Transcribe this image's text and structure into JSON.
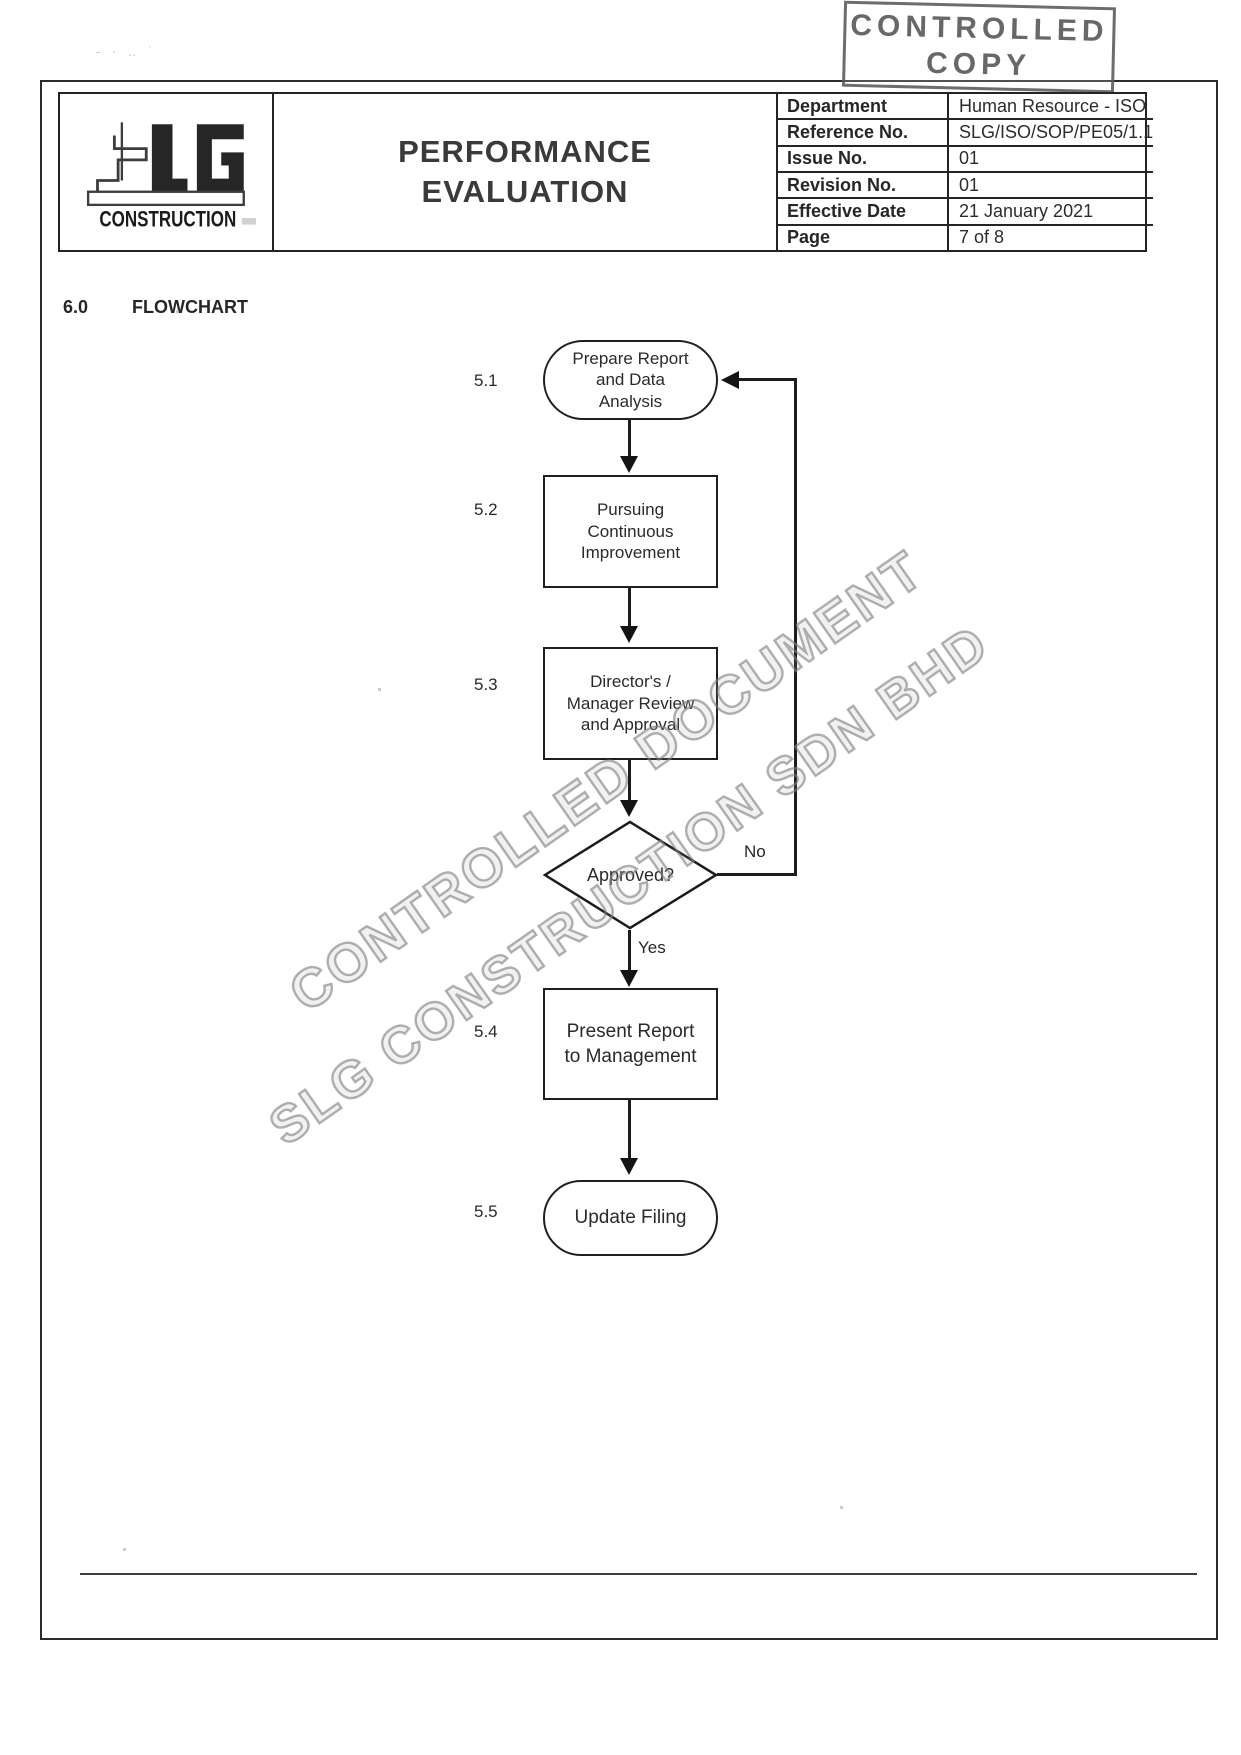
{
  "stamp": {
    "lines": [
      "CONTROLLED",
      "COPY"
    ]
  },
  "header": {
    "logo": {
      "text": "CONSTRUCTION"
    },
    "title_lines": [
      "PERFORMANCE",
      "EVALUATION"
    ],
    "info": {
      "rows": [
        {
          "label": "Department",
          "value": "Human Resource - ISO"
        },
        {
          "label": "Reference No.",
          "value": "SLG/ISO/SOP/PE05/1.1"
        },
        {
          "label": "Issue No.",
          "value": "01"
        },
        {
          "label": "Revision No.",
          "value": "01"
        },
        {
          "label": "Effective Date",
          "value": "21 January 2021"
        },
        {
          "label": "Page",
          "value": "7 of 8"
        }
      ]
    }
  },
  "section": {
    "number": "6.0",
    "title": "FLOWCHART"
  },
  "flowchart": {
    "steps": [
      {
        "number": "5.1",
        "shape": "terminator",
        "lines": [
          "Prepare Report",
          "and Data",
          "Analysis"
        ]
      },
      {
        "number": "5.2",
        "shape": "process",
        "lines": [
          "Pursuing",
          "Continuous",
          "Improvement"
        ]
      },
      {
        "number": "5.3",
        "shape": "process",
        "lines": [
          "Director's /",
          "Manager Review",
          "and Approval"
        ]
      },
      {
        "number": "5.4",
        "shape": "process",
        "lines": [
          "Present Report",
          "to Management"
        ]
      },
      {
        "number": "5.5",
        "shape": "terminator",
        "lines": [
          "Update Filing"
        ]
      }
    ],
    "decision": {
      "shape": "decision",
      "label": "Approved?",
      "yes_label": "Yes",
      "no_label": "No"
    }
  },
  "watermark": {
    "line1": "CONTROLLED DOCUMENT",
    "line2": "SLG CONSTRUCTION SDN BHD"
  }
}
